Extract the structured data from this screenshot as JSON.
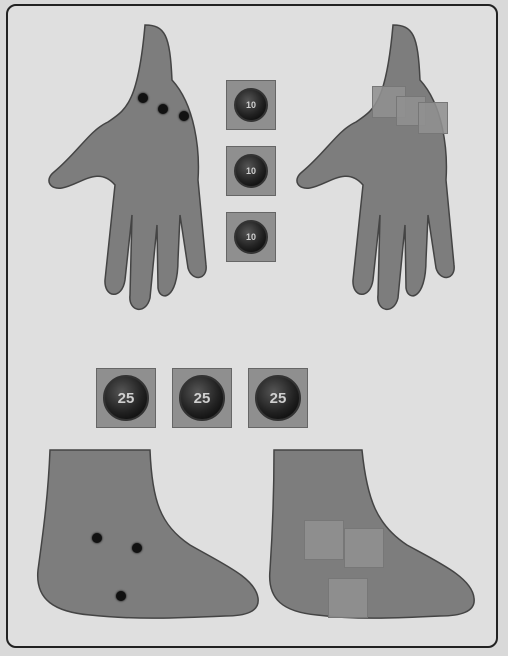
{
  "colors": {
    "page": "#d9d9d9",
    "skin": "#7d7d7d",
    "point": "#111111",
    "patch": "#919191",
    "coin": "#222222"
  },
  "icons": {
    "point": "acupressure-point-dot",
    "patch": "adhesive-patch-square",
    "coin": "coin-icon"
  },
  "coins": {
    "small_label": "10",
    "large_label": "25"
  }
}
